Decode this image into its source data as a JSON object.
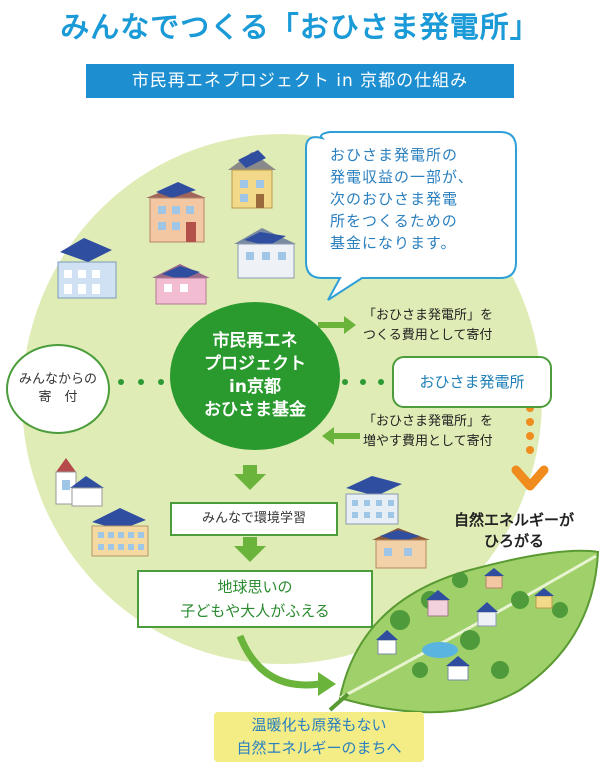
{
  "title": "みんなでつくる「おひさま発電所」",
  "subtitle": "市民再エネプロジェクト in 京都の仕組み",
  "speech_bubble": "おひさま発電所の\n発電収益の一部が、\n次のおひさま発電\n所をつくるための\n基金になります。",
  "center": "市民再エネ\nプロジェクト\nin京都\nおひさま基金",
  "donations": "みんなからの\n寄　付",
  "solar_plant": "おひさま発電所",
  "note_build": "「おひさま発電所」を\nつくる費用として寄付",
  "note_increase": "「おひさま発電所」を\n増やす費用として寄付",
  "spread": "自然エネルギーが\nひろがる",
  "learning": "みんなで環境学習",
  "people": "地球思いの\n子どもや大人がふえる",
  "goal": "温暖化も原発もない\n自然エネルギーのまちへ",
  "colors": {
    "title": "#1a9ad6",
    "subtitle_bg": "#1d8fd1",
    "circle_bg": "#e0ecb6",
    "center": "#2a9a2e",
    "border": "#4a9d3a",
    "arrow": "#6bb43c",
    "orange": "#f08c1e",
    "goal_bg": "#f4ed86"
  }
}
